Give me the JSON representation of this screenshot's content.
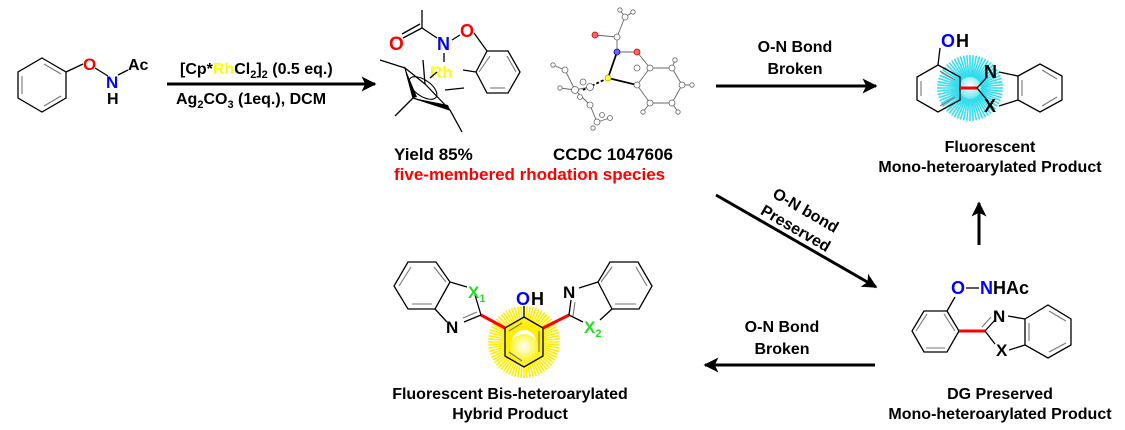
{
  "colors": {
    "oxygen": "#ff0000",
    "nitrogen": "#0000ff",
    "rhodium": "#ffff00",
    "hetero_x": "#22dd22",
    "new_bond": "#ff0000",
    "cyan_glow": "#33ddee",
    "yellow_glow": "#ffee00",
    "caption_red": "#ff0000"
  },
  "starting_material": {
    "atoms": {
      "o": "O",
      "n": "N",
      "h": "H",
      "ac": "Ac"
    }
  },
  "reaction_1": {
    "reagent_line1": {
      "pre": "[Cp*",
      "metal": "Rh",
      "post": "Cl",
      "sub2": "2",
      "close": "]",
      "sub2b": "2",
      "tail": " (0.5 eq.)"
    },
    "reagent_line2": {
      "pre": "Ag",
      "sub2": "2",
      "mid": "CO",
      "sub3": "3",
      "tail": " (1eq.), DCM"
    }
  },
  "rhodacycle": {
    "atoms": {
      "o_carbonyl": "O",
      "n": "N",
      "o": "O",
      "rh": "Rh"
    },
    "yield": "Yield 85%",
    "ccdc": "CCDC 1047606",
    "caption": "five-membered rhodation species"
  },
  "arrow_top": {
    "line1": "O-N Bond",
    "line2": "Broken"
  },
  "arrow_diag": {
    "line1": "O-N bond",
    "line2": "Preserved"
  },
  "arrow_bottom": {
    "line1": "O-N Bond",
    "line2": "Broken"
  },
  "fluorescent_mono": {
    "atoms": {
      "o": "O",
      "h": "H",
      "n": "N",
      "x": "X"
    },
    "caption_line1": "Fluorescent",
    "caption_line2": "Mono-heteroarylated Product"
  },
  "dg_preserved": {
    "atoms": {
      "o": "O",
      "n": "N",
      "hac": "HAc",
      "n_ring": "N",
      "x": "X"
    },
    "caption_line1": "DG Preserved",
    "caption_line2": "Mono-heteroarylated Product"
  },
  "bis_product": {
    "atoms": {
      "x1": "X",
      "x1_sub": "1",
      "n1": "N",
      "o": "O",
      "h": "H",
      "n2": "N",
      "x2": "X",
      "x2_sub": "2"
    },
    "caption_line1": "Fluorescent Bis-heteroarylated",
    "caption_line2": "Hybrid Product"
  }
}
